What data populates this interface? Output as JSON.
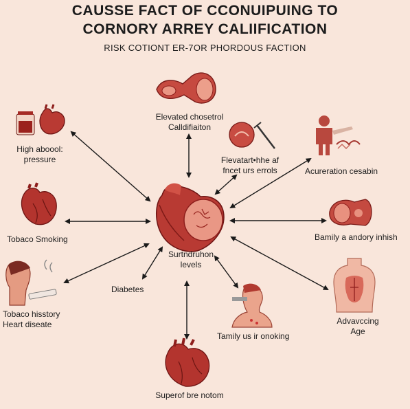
{
  "title": {
    "line1": "CAUSSE FACT OF CCONUIPUING TO",
    "line2": "CORNORY ARREY CALIIFICATION",
    "subtitle": "RISK COTIONT ER-7OR PHORDOUS FACTION"
  },
  "center": {
    "label": "Surtndruhon\nlevels",
    "icon": "central-heart-icon"
  },
  "factors": {
    "elevated_cholesterol": "Elevated chosetrol\nCalldifiaiton",
    "fibrosis": "Flevatart•hhe af\nfncet urs errols",
    "high_bp": "High aboool:\npressure",
    "acceleration": "Acureration cesabin",
    "tobacco_smoking": "Tobaco Smoking",
    "family_ancestry": "Bamily a andory inhish",
    "diabetes": "Diabetes",
    "tobacco_history": "Tobaco hisstory\nHeart diseate",
    "advancing_age": "Advavccing\nAge",
    "family_smoking": "Tamily us ir onoking",
    "superior_bottom": "Superof bre notom"
  },
  "colors": {
    "background": "#f9e6db",
    "arrow": "#1a1a1a",
    "heart_dark": "#8e1e1c",
    "heart_mid": "#c0413a",
    "heart_light": "#e58f7f",
    "skin": "#e9a48a"
  }
}
